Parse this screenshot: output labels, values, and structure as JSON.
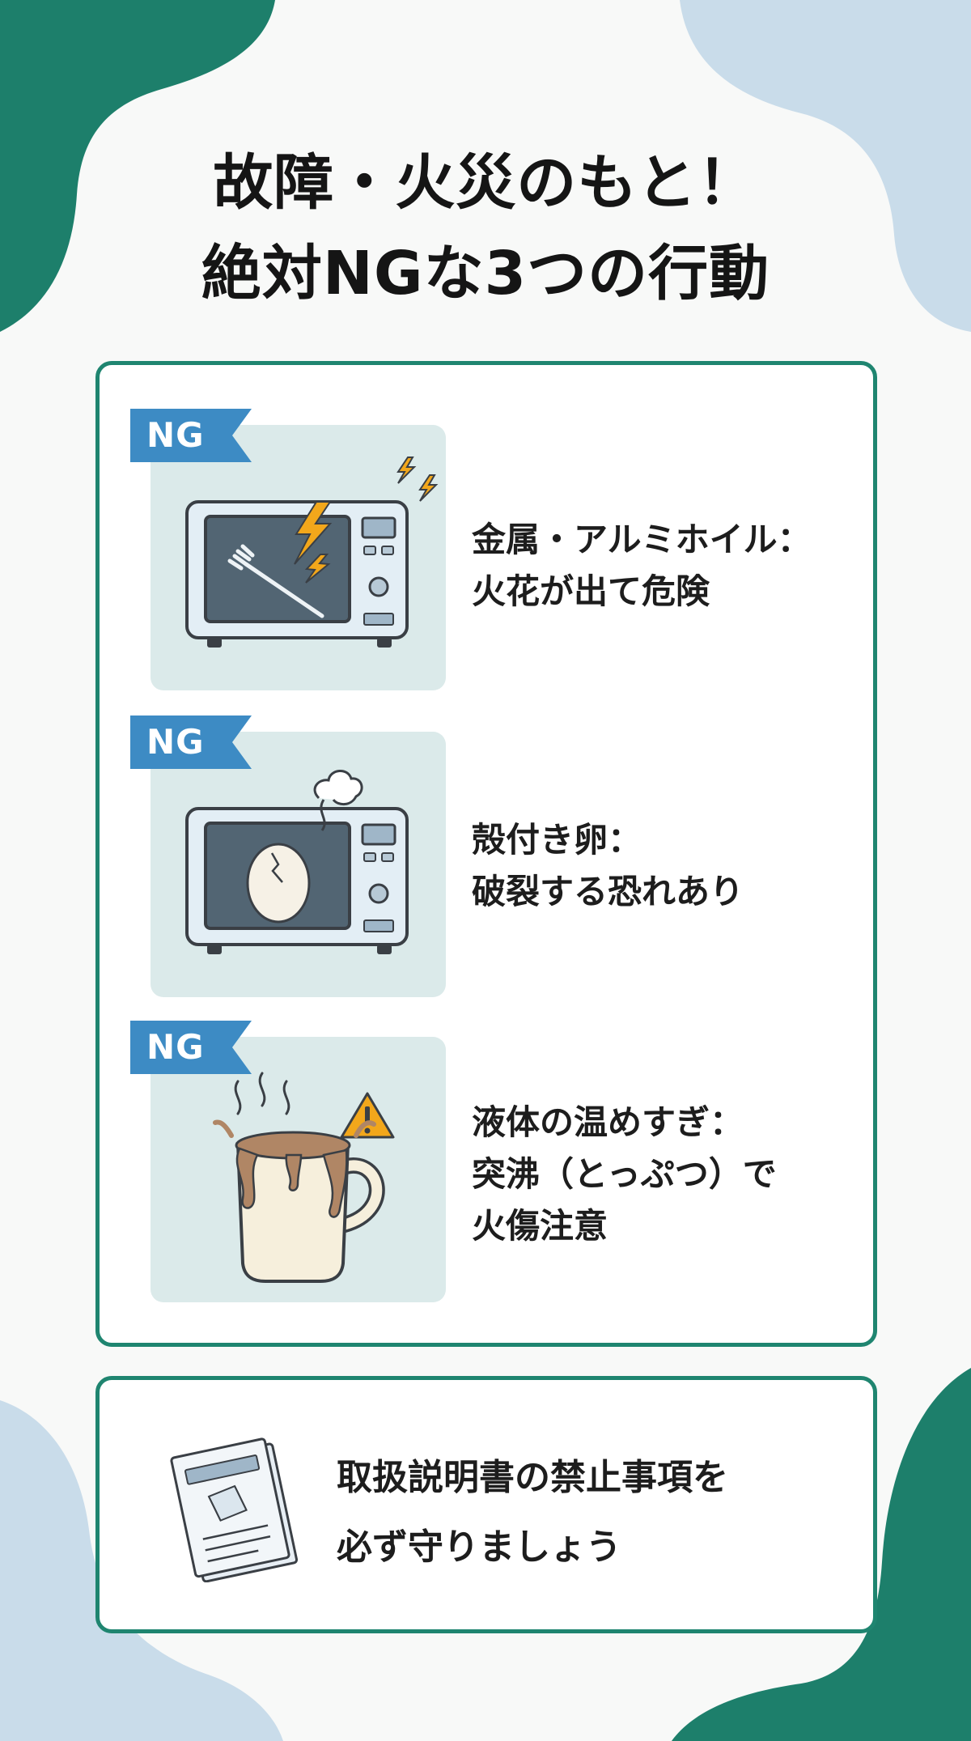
{
  "title": {
    "line1": "故障・火災のもと！",
    "line2": "絶対NGな3つの行動"
  },
  "items": [
    {
      "tag": "NG",
      "icon": "microwave-fork-spark-icon",
      "lines": [
        "金属・アルミホイル：",
        "火花が出て危険"
      ]
    },
    {
      "tag": "NG",
      "icon": "microwave-egg-icon",
      "lines": [
        "殻付き卵：",
        "破裂する恐れあり"
      ]
    },
    {
      "tag": "NG",
      "icon": "mug-boilover-warning-icon",
      "lines": [
        "液体の温めすぎ：",
        "突沸（とっぷつ）で",
        "火傷注意"
      ]
    }
  ],
  "notice": {
    "icon": "manual-icon",
    "lines": [
      "取扱説明書の禁止事項を",
      "必ず守りましょう"
    ]
  },
  "colors": {
    "accent_green": "#1f8570",
    "blob_blue": "#c9dcea",
    "tile_bg": "#dbeaea",
    "tag_blue": "#3d8bc4",
    "spark": "#f2a71b"
  }
}
